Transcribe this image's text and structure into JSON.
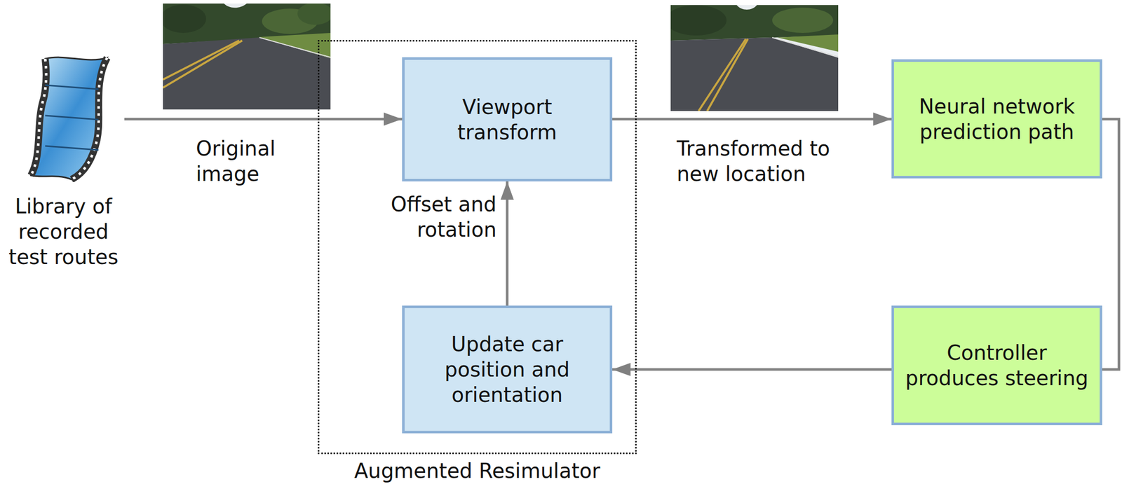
{
  "diagram": {
    "nodes": [
      {
        "text": [
          "Library of recorded test routes"
        ]
      },
      {
        "text": [
          "Augmented Resimulator"
        ]
      },
      {
        "text": [
          "Viewport transform"
        ],
        "in": 1
      },
      {
        "text": [
          "Update car position and orientation"
        ],
        "in": 1
      },
      {
        "text": [
          "Neural network prediction path"
        ]
      },
      {
        "text": [
          "Controller produces steering"
        ]
      }
    ],
    "edges": [
      {
        "from": 0,
        "to": 2,
        "label": "Original image",
        "arrow": "to"
      },
      {
        "from": 2,
        "to": 4,
        "label": "Transformed to new location",
        "arrow": "to"
      },
      {
        "from": 4,
        "to": 5,
        "arrow": "none"
      },
      {
        "from": 5,
        "to": 3,
        "arrow": "to"
      },
      {
        "from": 3,
        "to": 2,
        "label": "Offset and rotation",
        "arrow": "to"
      }
    ]
  }
}
